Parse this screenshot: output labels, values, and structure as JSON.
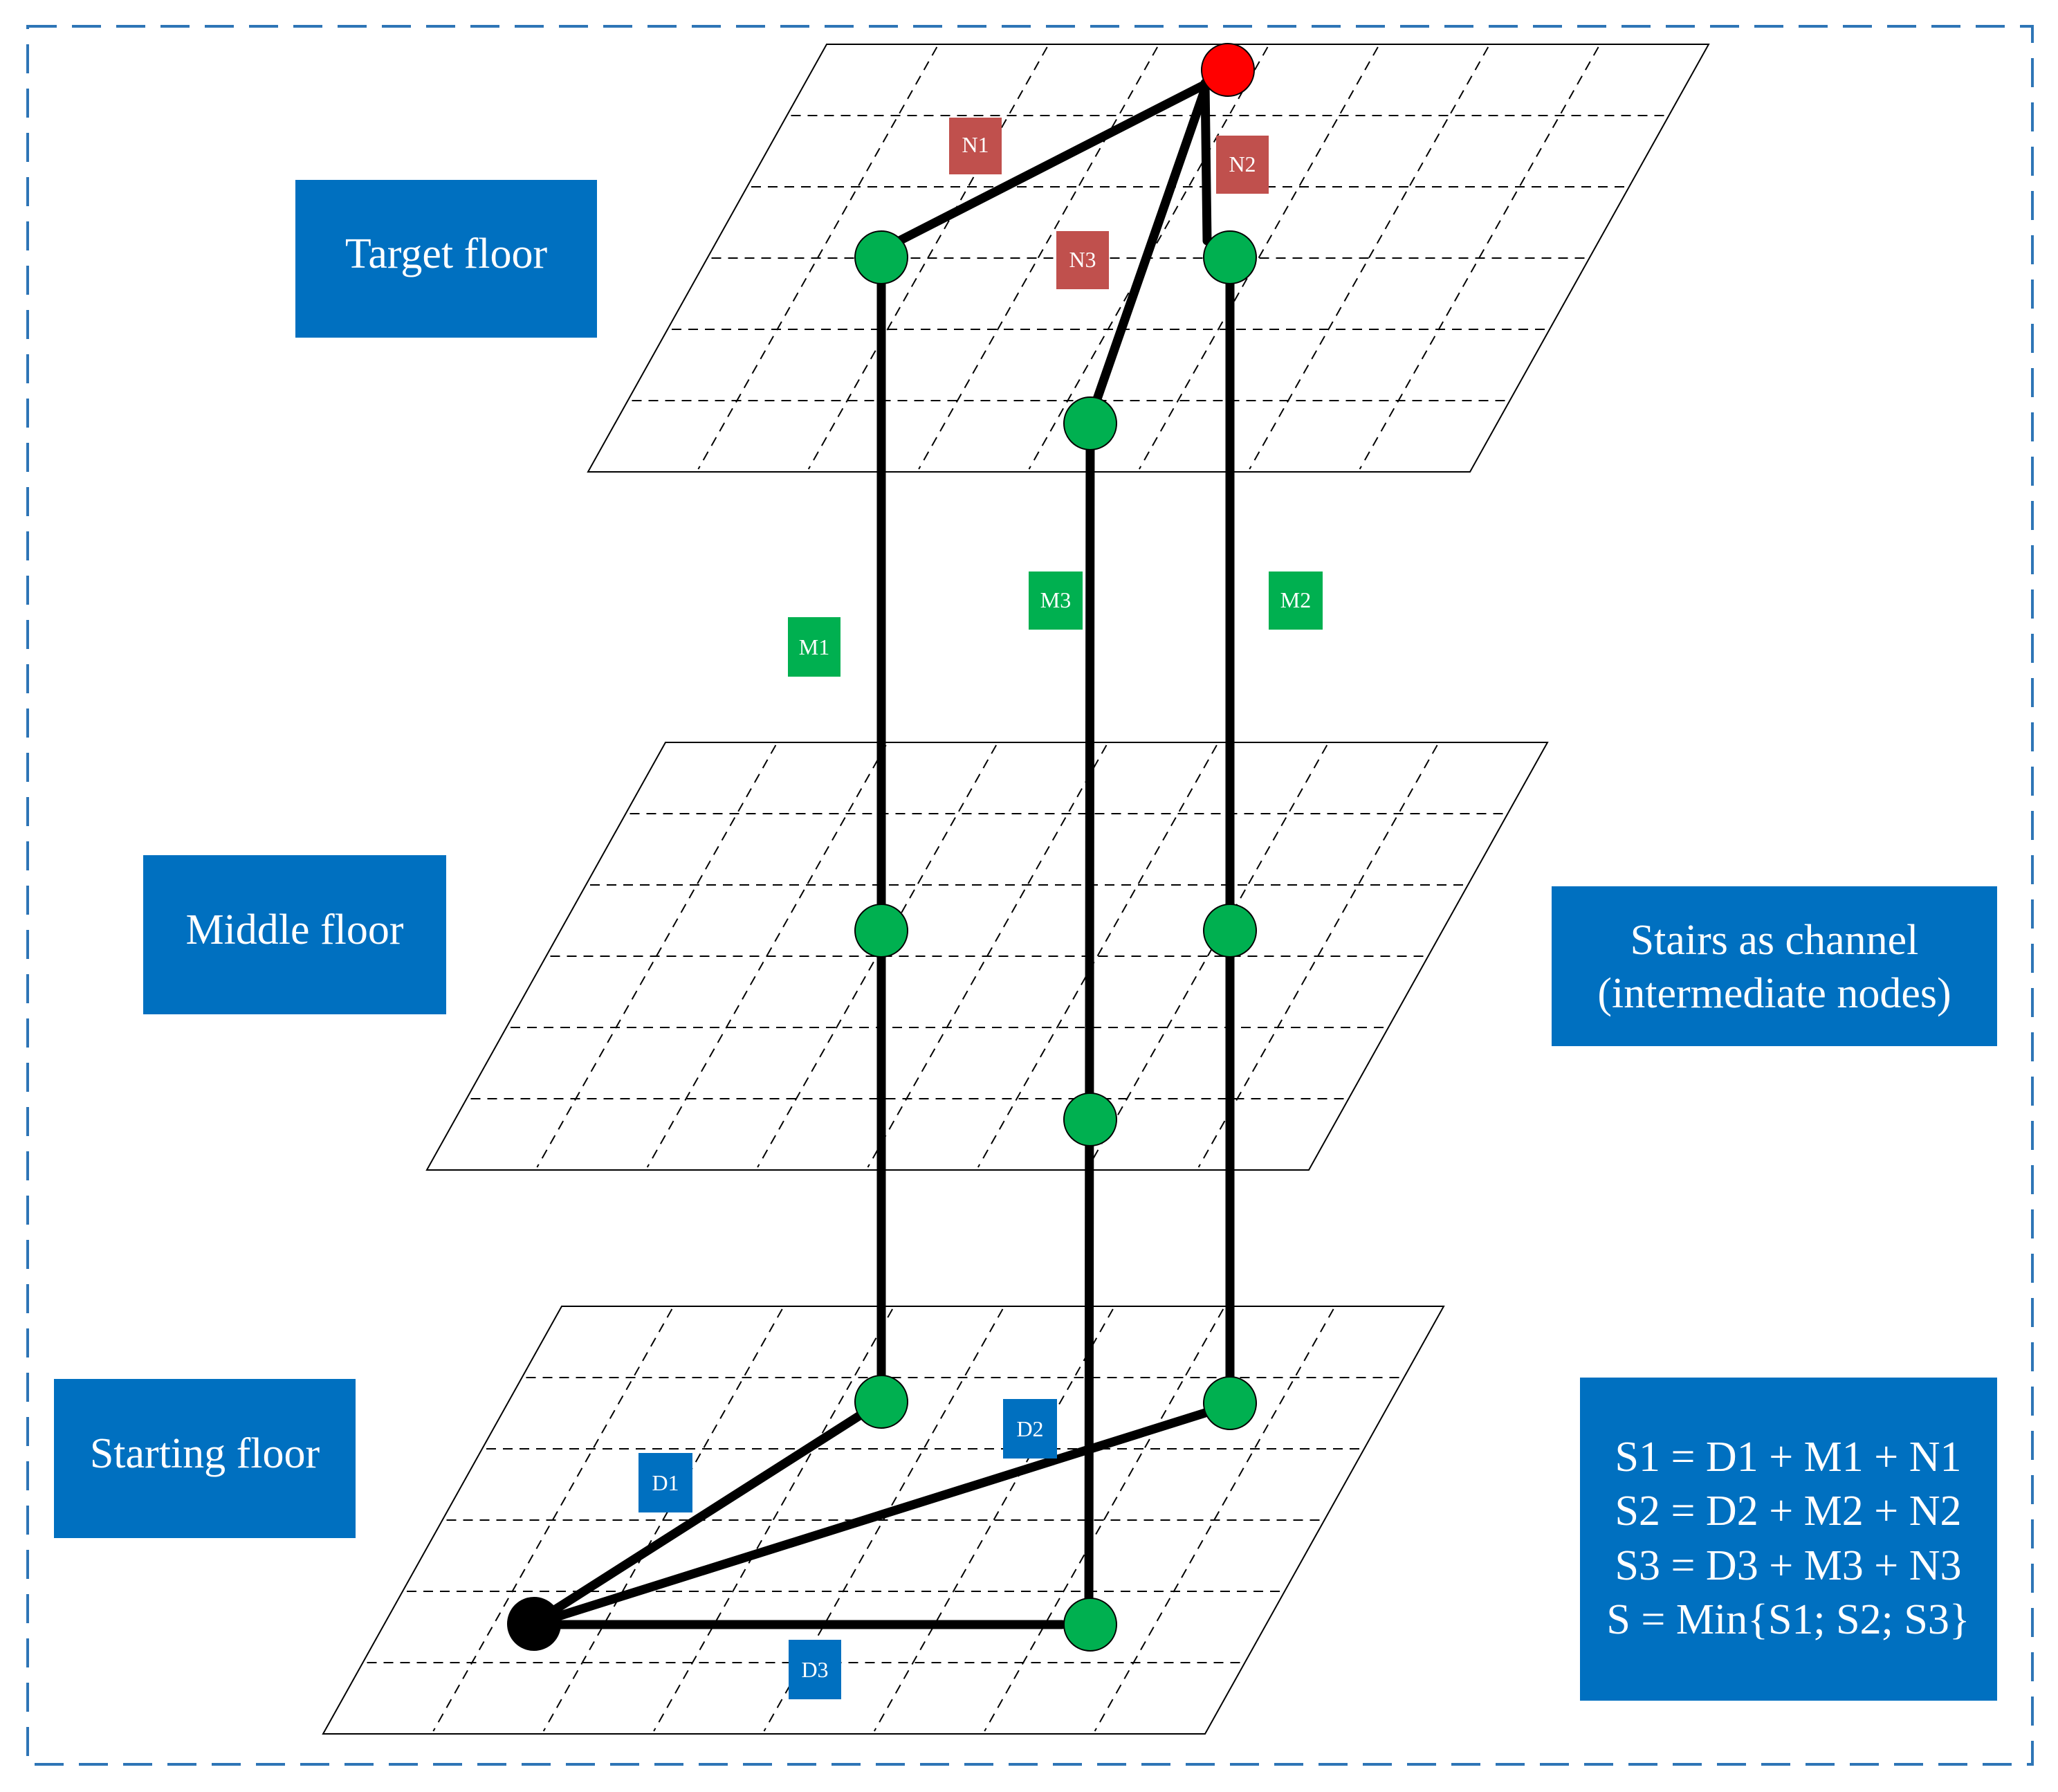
{
  "floors": {
    "target": "Target floor",
    "middle": "Middle floor",
    "starting": "Starting floor"
  },
  "info": {
    "stairs": [
      "Stairs as channel",
      "(intermediate nodes)"
    ],
    "equations": [
      "S1 = D1 + M1 + N1",
      "S2 = D2 + M2 + N2",
      "S3 = D3 + M3 + N3",
      "S = Min{S1; S2; S3}"
    ]
  },
  "edges": {
    "N1": "N1",
    "N2": "N2",
    "N3": "N3",
    "M1": "M1",
    "M2": "M2",
    "M3": "M3",
    "D1": "D1",
    "D2": "D2",
    "D3": "D3"
  },
  "colors": {
    "blue": "#0070c0",
    "red_label": "#c0504d",
    "green_label": "#00b050",
    "node_green": "#00b050",
    "node_red": "#ff0000",
    "node_black": "#000000",
    "path": "#000000",
    "frame": "#2e75b6"
  }
}
